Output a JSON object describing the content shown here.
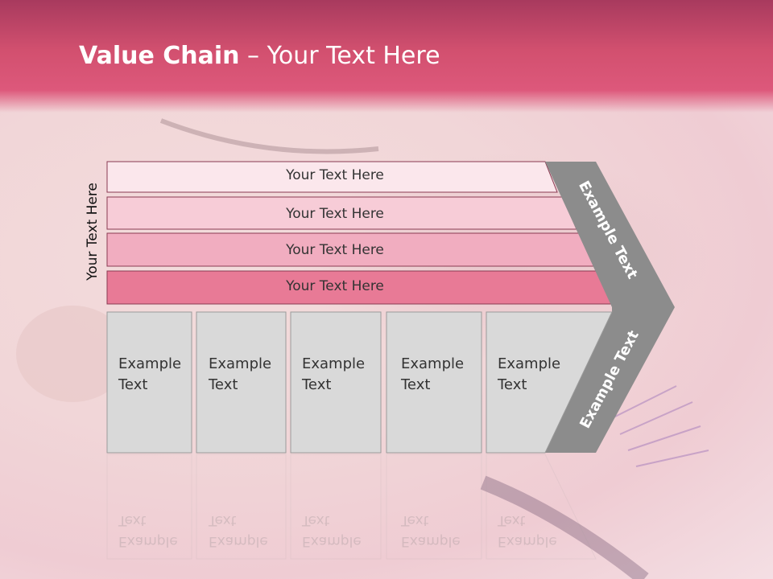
{
  "slide": {
    "title_bold": "Value Chain",
    "title_rest": " – Your Text Here",
    "side_label": "Your Text Here"
  },
  "support_rows": [
    {
      "label": "Your Text Here",
      "color": "#fbe7ec"
    },
    {
      "label": "Your Text Here",
      "color": "#f7ccd7"
    },
    {
      "label": "Your Text Here",
      "color": "#f1adc0"
    },
    {
      "label": "Your Text Here",
      "color": "#e87a96"
    }
  ],
  "primary_boxes": [
    {
      "line1": "Example",
      "line2": "Text"
    },
    {
      "line1": "Example",
      "line2": "Text"
    },
    {
      "line1": "Example",
      "line2": "Text"
    },
    {
      "line1": "Example",
      "line2": "Text"
    },
    {
      "line1": "Example",
      "line2": "Text"
    }
  ],
  "chevron": {
    "upper_text": "Example Text",
    "lower_text": "Example Text",
    "color": "#8c8c8c"
  },
  "colors": {
    "header": "#d2506f",
    "box_fill": "#d9d9d9"
  }
}
